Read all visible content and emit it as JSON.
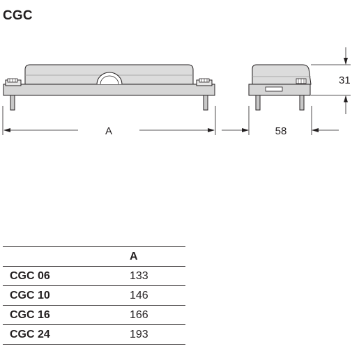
{
  "title": "CGC",
  "drawing": {
    "dimension_a": "A",
    "dimension_width": "58",
    "dimension_height": "31"
  },
  "table": {
    "headers": [
      "",
      "A"
    ],
    "rows": [
      {
        "model": "CGC 06",
        "a": "133"
      },
      {
        "model": "CGC 10",
        "a": "146"
      },
      {
        "model": "CGC 16",
        "a": "166"
      },
      {
        "model": "CGC 24",
        "a": "193"
      }
    ]
  }
}
